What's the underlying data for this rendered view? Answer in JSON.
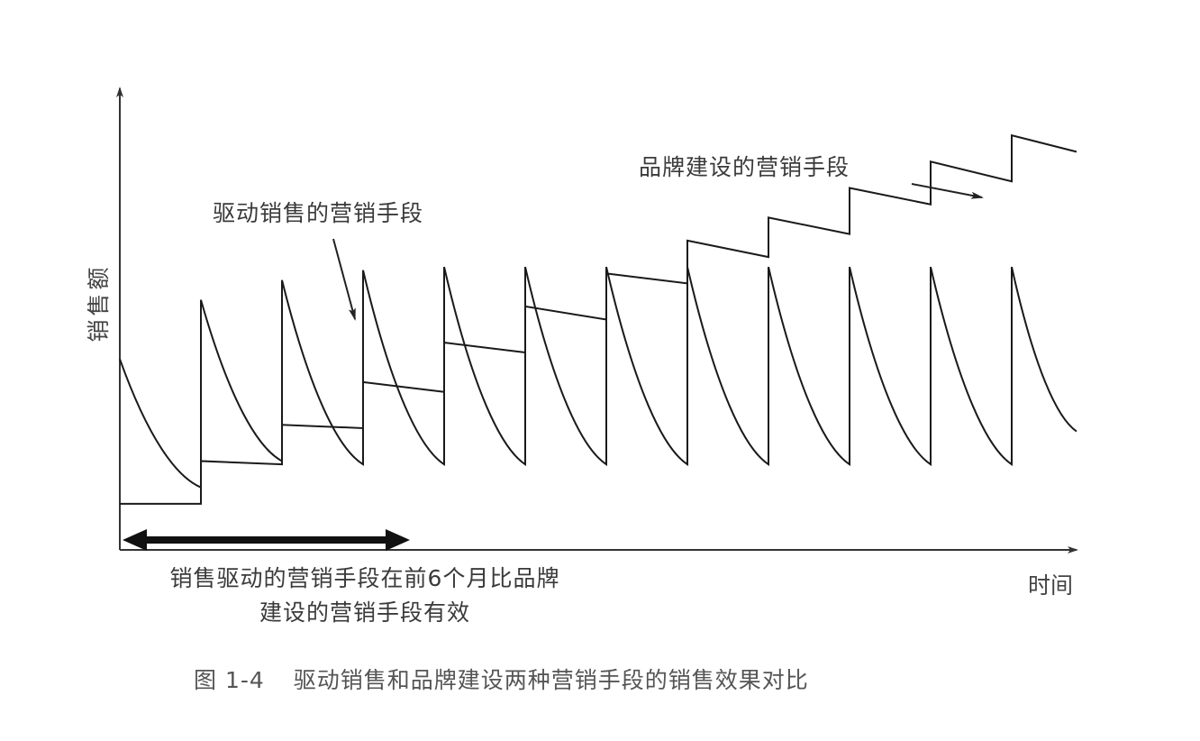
{
  "chart_data": {
    "type": "line",
    "title": "驱动销售和品牌建设两种营销手段的销售效果对比",
    "figure_number": "图 1-4",
    "xlabel": "时间",
    "ylabel": "销售额",
    "grid": false,
    "legend": "none (inline annotations)",
    "axis_ticks": "none",
    "periods": 12,
    "series": [
      {
        "name": "驱动销售的营销手段",
        "shape": "sawtooth — repeated spikes with decaying curve each period",
        "peaks": [
          null,
          7.6,
          8.2,
          8.5,
          8.6,
          8.6,
          8.6,
          8.6,
          8.6,
          8.6,
          8.6,
          8.6
        ],
        "start_values": [
          5.8,
          7.6,
          8.2,
          8.5,
          8.6,
          8.6,
          8.6,
          8.6,
          8.6,
          8.6,
          8.6,
          8.6
        ],
        "end_values": [
          1.9,
          2.7,
          2.6,
          2.6,
          2.6,
          2.6,
          2.6,
          2.6,
          2.6,
          2.6,
          2.6,
          3.6
        ]
      },
      {
        "name": "品牌建设的营销手段",
        "shape": "rising staircase — each step jumps up then slowly declines",
        "start_values": [
          1.4,
          2.7,
          3.8,
          5.1,
          6.3,
          7.4,
          8.4,
          9.4,
          10.1,
          11.0,
          11.8,
          12.6
        ],
        "end_values": [
          1.4,
          2.6,
          3.7,
          4.8,
          6.0,
          7.0,
          8.1,
          8.9,
          9.6,
          10.5,
          11.2,
          12.1
        ]
      }
    ],
    "annotations": [
      {
        "text": "驱动销售的营销手段",
        "points_to": "sales-driven sawtooth, 4th spike"
      },
      {
        "text": "品牌建设的营销手段",
        "points_to": "brand-building staircase, upper right"
      },
      {
        "text": "销售驱动的营销手段在前6个月比品牌建设的营销手段有效",
        "span": "double-headed arrow covering first ~3.5 periods"
      }
    ]
  },
  "labels": {
    "ylabel": "销售额",
    "xlabel": "时间",
    "sales_driven": "驱动销售的营销手段",
    "brand_building": "品牌建设的营销手段",
    "note_line1": "销售驱动的营销手段在前6个月比品牌",
    "note_line2": "建设的营销手段有效",
    "caption_number": "图 1-4",
    "caption_text": "驱动销售和品牌建设两种营销手段的销售效果对比"
  },
  "colors": {
    "line": "#1a1a1a",
    "axis": "#333333",
    "text": "#3a3a3a",
    "background": "#ffffff"
  }
}
